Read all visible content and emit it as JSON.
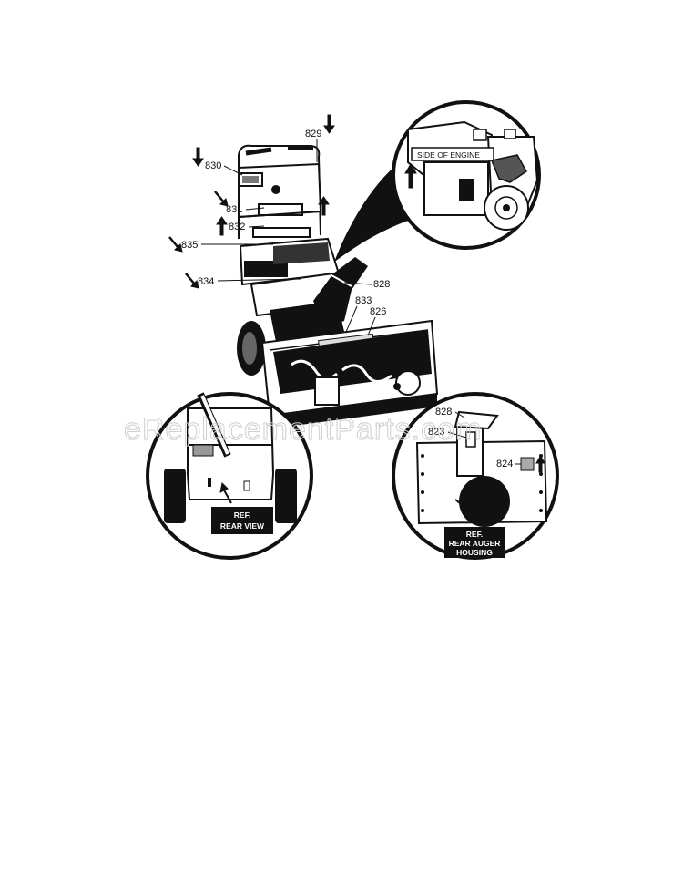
{
  "watermark": "eReplacementParts.com",
  "callouts": {
    "c829": "829",
    "c830": "830",
    "c831": "831",
    "c832": "832",
    "c835": "835",
    "c834": "834",
    "c828": "828",
    "c833": "833",
    "c826": "826",
    "c828b": "828",
    "c823": "823",
    "c824": "824"
  },
  "insets": {
    "engine": {
      "tag": "SIDE OF ENGINE"
    },
    "rear_view": {
      "tag_line1": "REF.",
      "tag_line2": "REAR VIEW"
    },
    "auger_housing": {
      "tag_line1": "REF.",
      "tag_line2": "REAR AUGER",
      "tag_line3": "HOUSING"
    }
  },
  "icons": [
    "arrow-down-icon",
    "arrow-up-icon",
    "arrow-diagonal-icon"
  ]
}
